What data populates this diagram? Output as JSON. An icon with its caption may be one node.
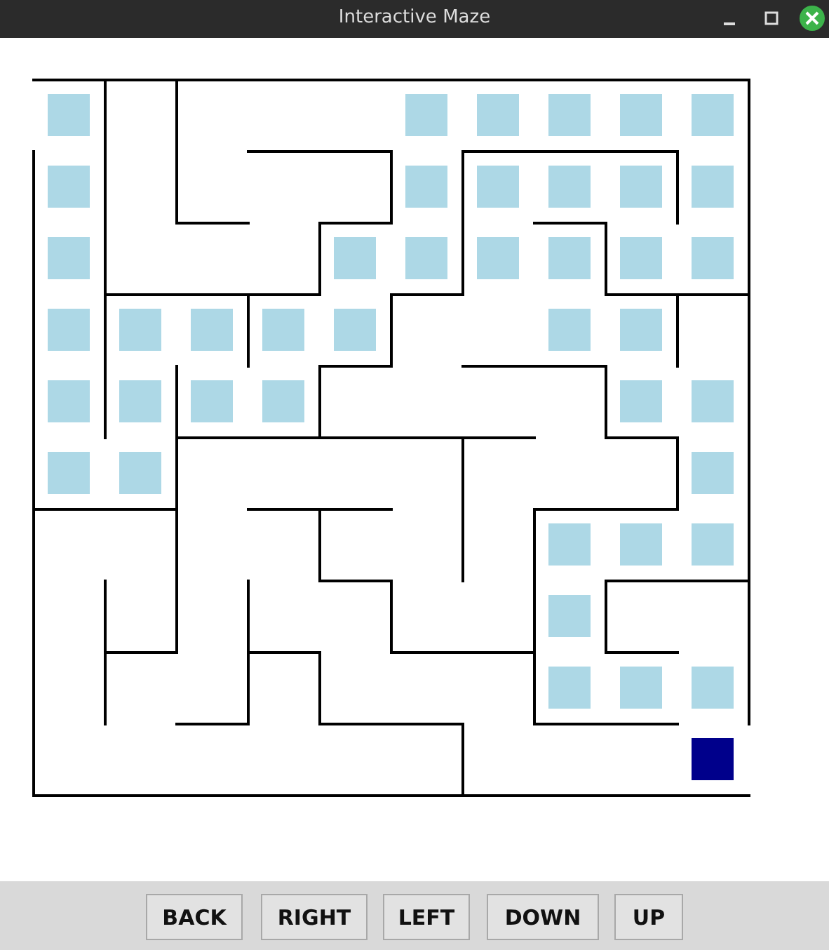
{
  "diagram": {
    "title": "Interactive Maze",
    "labels": [
      "BACK",
      "RIGHT",
      "LEFT",
      "DOWN",
      "UP"
    ]
  }
}
